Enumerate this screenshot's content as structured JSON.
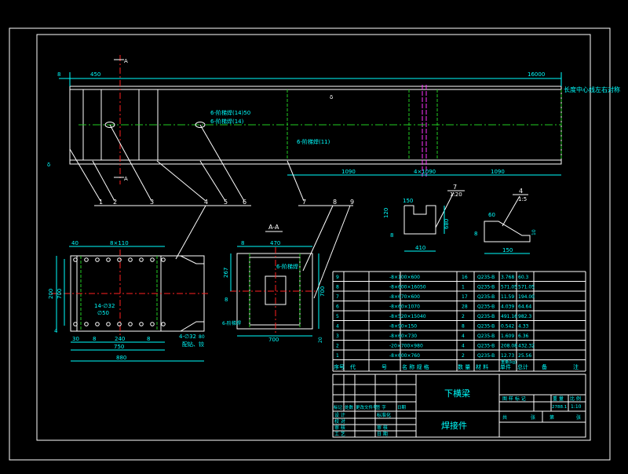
{
  "colors": {
    "background": "#000000",
    "outline": "#ffffff",
    "dimension": "#00ffff",
    "center_line": "#ff2020",
    "weld_line": "#22cc22",
    "magenta_line": "#ff33ff",
    "table_text": "#00ffff"
  },
  "main_view": {
    "dim_top_left": "450",
    "dim_top_right": "16000",
    "dim_left_small": "8",
    "section_mark_top": "A",
    "section_mark_bottom": "A",
    "note_right": "长度中心线左右对称",
    "weld_notes": [
      "6-阶梯焊(14)50",
      "6-阶梯焊(14)",
      "6-阶梯焊(11)",
      "δ"
    ],
    "dim_bottom": [
      "1090",
      "4×1090",
      "1090"
    ]
  },
  "callouts": [
    "1",
    "2",
    "3",
    "4",
    "5",
    "6",
    "7",
    "8",
    "9"
  ],
  "plan_view": {
    "dims_top": [
      "40",
      "8×110"
    ],
    "dims_left": [
      "200",
      "700",
      "4"
    ],
    "dims_bottom_row1": [
      "30",
      "8",
      "240",
      "8"
    ],
    "dim_bottom_row2": "750",
    "dim_bottom_total": "880",
    "notes": [
      "14-∅32",
      "∅50",
      "4-∅32",
      "80",
      "配钻、铰"
    ]
  },
  "section_view": {
    "title": "A-A",
    "dims_top": [
      "8",
      "470"
    ],
    "dim_left": "267",
    "dim_left_small": "8",
    "dim_right": "700",
    "dim_bottom": "700",
    "dim_right_small": "20",
    "weld_notes": [
      "6-阶梯焊",
      "6-阶梯焊"
    ]
  },
  "detail7": {
    "label": "7",
    "scale": "1:20",
    "dims": [
      "150",
      "120",
      "680",
      "410"
    ]
  },
  "detail4": {
    "label": "4",
    "scale": "1:5",
    "dims": [
      "60",
      "10",
      "150"
    ]
  },
  "bom": {
    "headers": [
      "序号",
      "代",
      "号",
      "名 称 规 格",
      "数 量",
      "材 料",
      "单件",
      "总计",
      "备",
      "注"
    ],
    "weight_header": "重量(kg)",
    "rows": [
      {
        "no": "9",
        "spec": "-8×100×600",
        "qty": "16",
        "mat": "Q235-B",
        "w1": "3.768",
        "w2": "60.3"
      },
      {
        "no": "8",
        "spec": "-8×600×16050",
        "qty": "1",
        "mat": "Q235-B",
        "w1": "571.05",
        "w2": "571.05"
      },
      {
        "no": "7",
        "spec": "-8×670×600",
        "qty": "17",
        "mat": "Q235-B",
        "w1": "11.59",
        "w2": "194.00"
      },
      {
        "no": "6",
        "spec": "-8×60×1070",
        "qty": "28",
        "mat": "Q235-B",
        "w1": "4.039",
        "w2": "64.64"
      },
      {
        "no": "5",
        "spec": "-8×520×15040",
        "qty": "2",
        "mat": "Q235-B",
        "w1": "491.16",
        "w2": "982.3"
      },
      {
        "no": "4",
        "spec": "-8×90×150",
        "qty": "8",
        "mat": "Q235-B",
        "w1": "0.542",
        "w2": "4.33"
      },
      {
        "no": "3",
        "spec": "-8×60×730",
        "qty": "4",
        "mat": "Q235-B",
        "w1": "1.609",
        "w2": "6.36"
      },
      {
        "no": "2",
        "spec": "-20×700×980",
        "qty": "4",
        "mat": "Q235-B",
        "w1": "208.08",
        "w2": "432.32"
      },
      {
        "no": "1",
        "spec": "-8×600×760",
        "qty": "2",
        "mat": "Q235-B",
        "w1": "12.73",
        "w2": "25.56"
      }
    ]
  },
  "title_block": {
    "part_name": "下横梁",
    "part_type": "焊接件",
    "rev_headers": [
      "标记",
      "处数",
      "更改文件号",
      "签 字",
      "日期"
    ],
    "roles": [
      "设 计",
      "校 对",
      "审 核",
      "工 艺"
    ],
    "std_label": "标准化",
    "approve": "审 核",
    "date": "日 期",
    "stage_label": "图 样 标 记",
    "weight_label": "重 量",
    "scale_label": "比 例",
    "weight_value": "2788.1",
    "scale_value": "1:10",
    "sheet": [
      "共",
      "张",
      "第",
      "张"
    ]
  }
}
